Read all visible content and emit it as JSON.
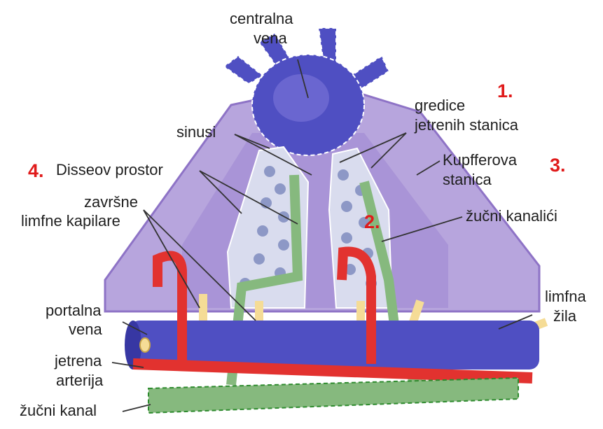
{
  "labels": {
    "centralna_vena": [
      "centralna",
      "vena"
    ],
    "sinusi": "sinusi",
    "disseov_prostor": "Disseov prostor",
    "zavrsne_limfne_kapilare": [
      "završne",
      "limfne kapilare"
    ],
    "portalna_vena": [
      "portalna",
      "vena"
    ],
    "jetrena_arterija": [
      "jetrena",
      "arterija"
    ],
    "zucni_kanal": "žučni kanal",
    "gredice_jetrenih_stanica": [
      "gredice",
      "jetrenih stanica"
    ],
    "kupfferova_stanica": [
      "Kupfferova",
      "stanica"
    ],
    "zucni_kanalici": "žučni kanalići",
    "limfna_zila": [
      "limfna",
      "žila"
    ]
  },
  "numbers": {
    "n1": "1.",
    "n2": "2.",
    "n3": "3.",
    "n4": "4."
  },
  "colors": {
    "vein": "#4f4fc2",
    "vein_light": "#7a77d8",
    "lobule": "#b7a5dd",
    "lobule_dark": "#8e73c6",
    "hepatocyte": "#d9dcee",
    "hepatocyte_nucleus": "#8d98c6",
    "artery": "#e2322f",
    "lymph": "#f5dc96",
    "bile": "#86b97e",
    "bile_dash": "#2e8b2e",
    "number_red": "#e01b1b"
  }
}
